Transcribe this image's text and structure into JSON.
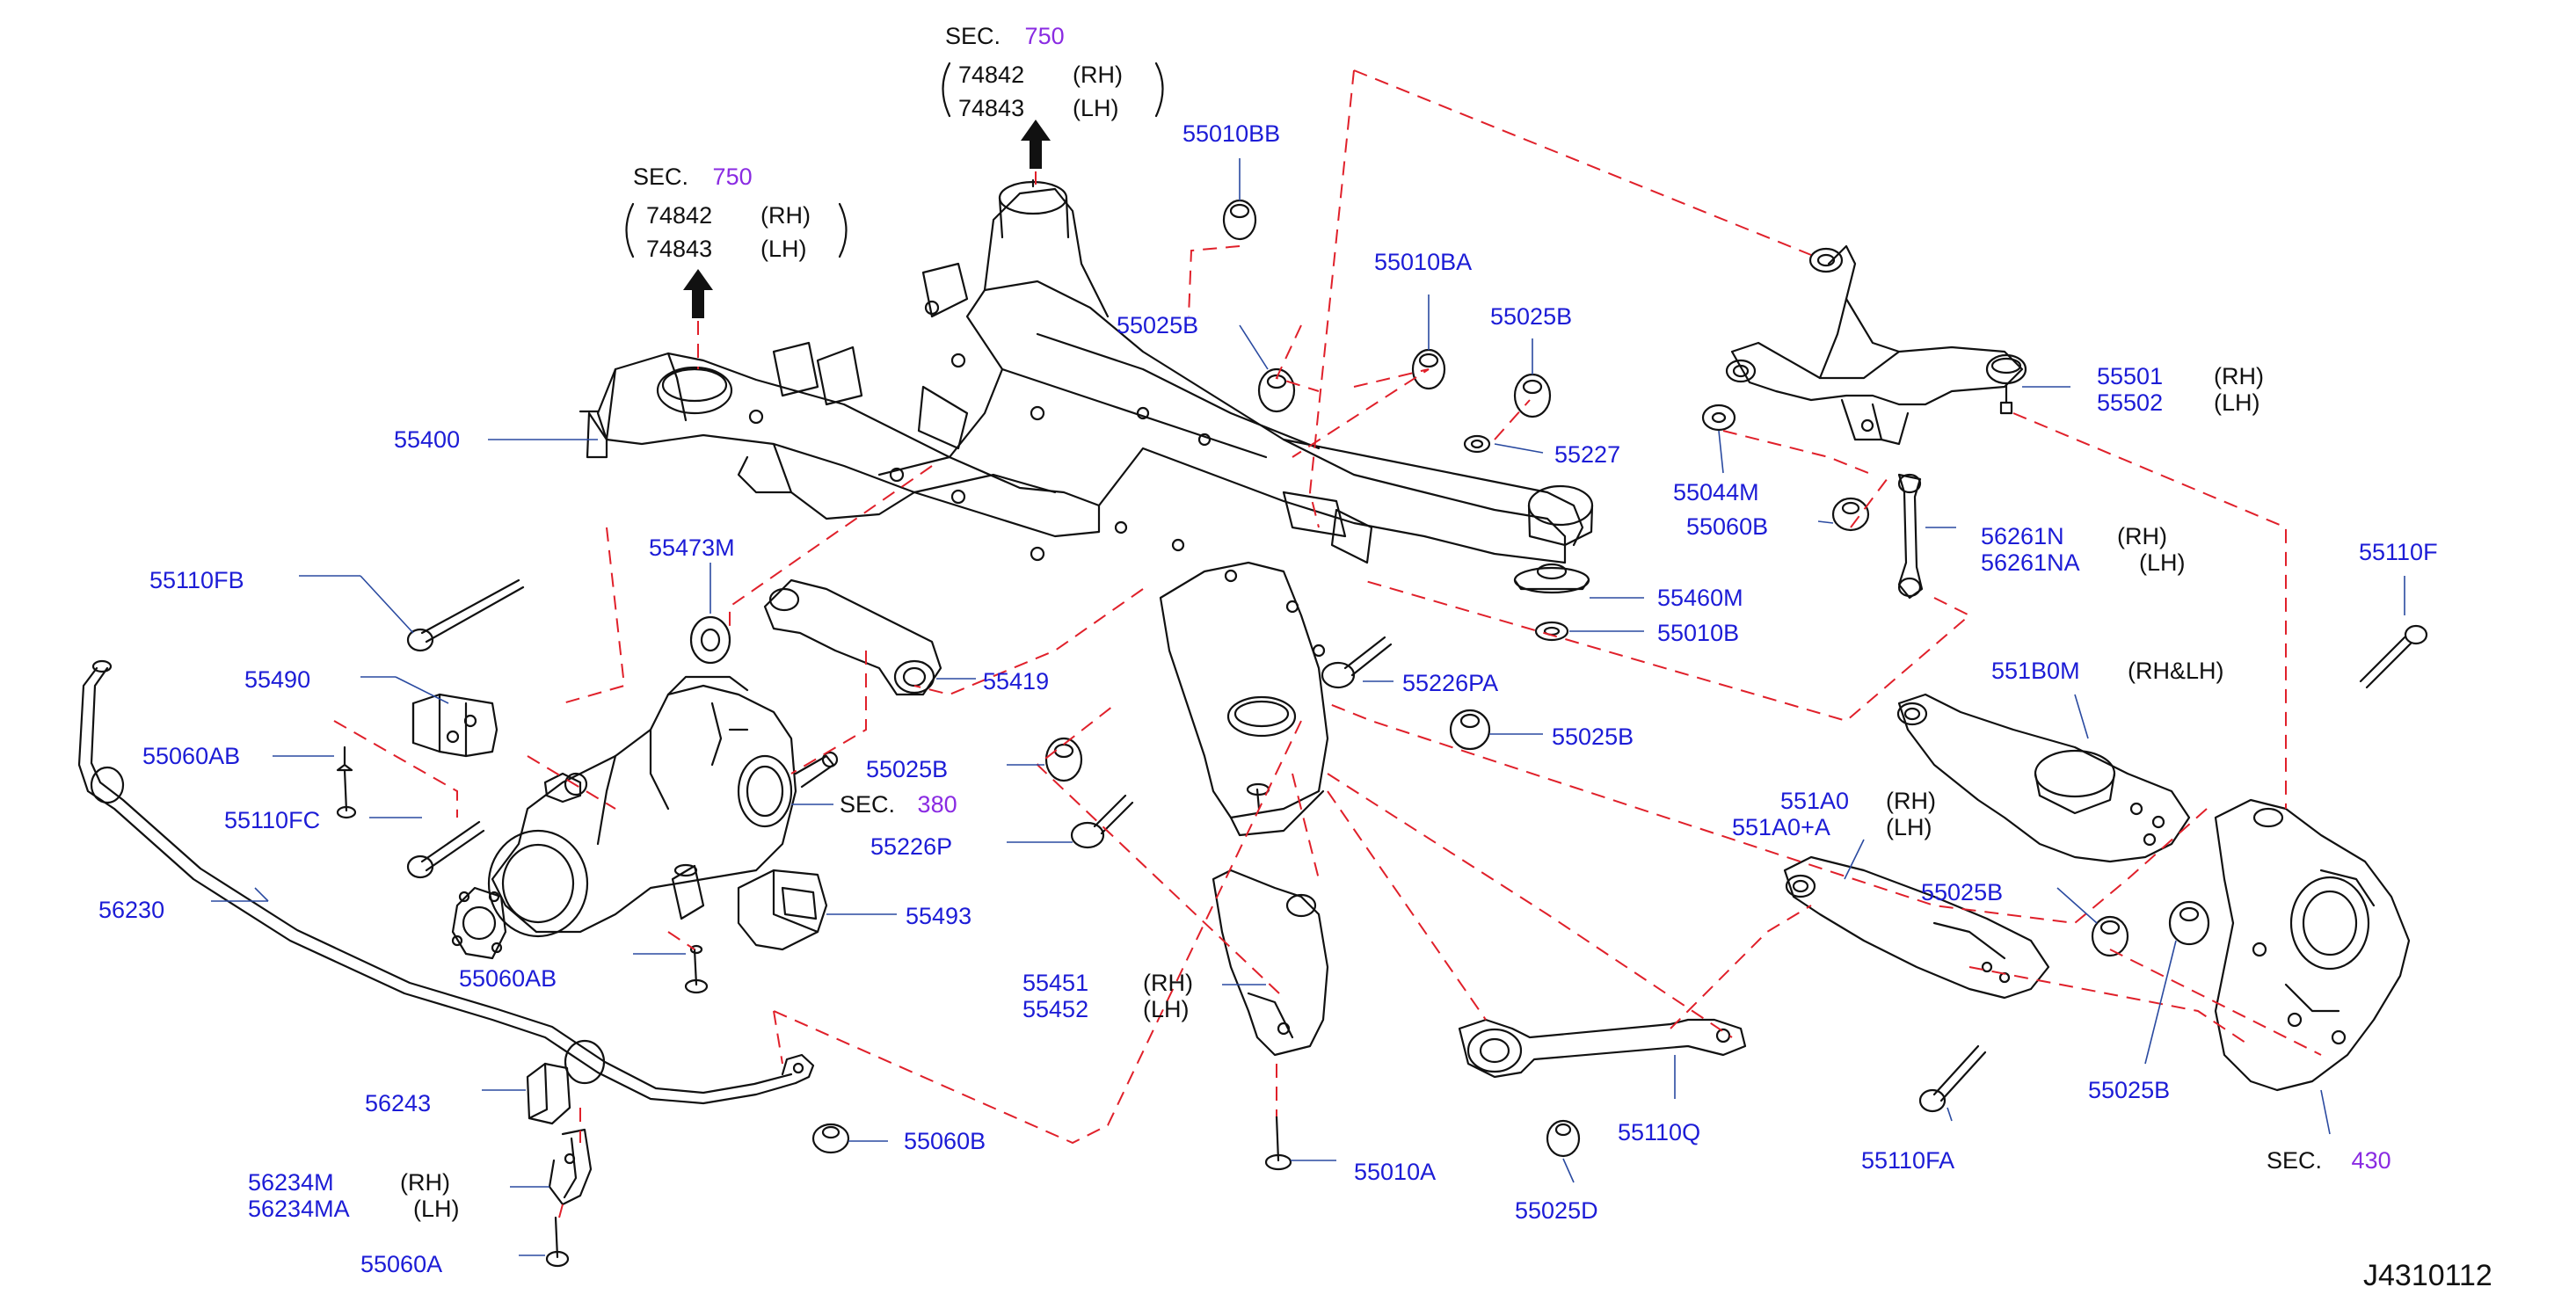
{
  "colors": {
    "part_number": "#1c1cd6",
    "section_number": "#8a2be2",
    "text": "#111111",
    "leader_dash": "#e0202a",
    "outline": "#111111"
  },
  "figure_id": "J4310112",
  "sections": {
    "sec750_top": {
      "prefix": "SEC.",
      "num": "750",
      "rows": [
        {
          "part": "74842",
          "side": "(RH)"
        },
        {
          "part": "74843",
          "side": "(LH)"
        }
      ]
    },
    "sec750_left": {
      "prefix": "SEC.",
      "num": "750",
      "rows": [
        {
          "part": "74842",
          "side": "(RH)"
        },
        {
          "part": "74843",
          "side": "(LH)"
        }
      ]
    },
    "sec380": {
      "prefix": "SEC.",
      "num": "380"
    },
    "sec430": {
      "prefix": "SEC.",
      "num": "430"
    }
  },
  "parts": {
    "p55400": "55400",
    "p55010BB": "55010BB",
    "p55025B_a": "55025B",
    "p55010BA": "55010BA",
    "p55025B_b": "55025B",
    "p55227": "55227",
    "p55044M": "55044M",
    "p55060B_a": "55060B",
    "p55501": "55501",
    "p55502": "55502",
    "p55501_side": "(RH)",
    "p55502_side": "(LH)",
    "p56261N": "56261N",
    "p56261NA": "56261NA",
    "p56261N_side": "(RH)",
    "p56261NA_side": "(LH)",
    "p55460M": "55460M",
    "p55010B": "55010B",
    "p55110F": "55110F",
    "p551B0M": "551B0M",
    "p551B0M_side": "(RH&LH)",
    "p55110FB": "55110FB",
    "p55473M": "55473M",
    "p55490": "55490",
    "p55419": "55419",
    "p55226PA": "55226PA",
    "p55025B_c": "55025B",
    "p55060AB_a": "55060AB",
    "p55025B_d": "55025B",
    "p55110FC": "55110FC",
    "p55226P": "55226P",
    "p551A0": "551A0",
    "p551A0A": "551A0+A",
    "p551A0_side": "(RH)",
    "p551A0A_side": "(LH)",
    "p55025B_e": "55025B",
    "p56230": "56230",
    "p55493": "55493",
    "p55060AB_b": "55060AB",
    "p55451": "55451",
    "p55452": "55452",
    "p55451_side": "(RH)",
    "p55452_side": "(LH)",
    "p56243": "56243",
    "p55060B_b": "55060B",
    "p55025B_f": "55025B",
    "p55110FA": "55110FA",
    "p55110Q": "55110Q",
    "p56234M": "56234M",
    "p56234MA": "56234MA",
    "p56234M_side": "(RH)",
    "p56234MA_side": "(LH)",
    "p55010A": "55010A",
    "p55025D": "55025D",
    "p55060A": "55060A"
  }
}
